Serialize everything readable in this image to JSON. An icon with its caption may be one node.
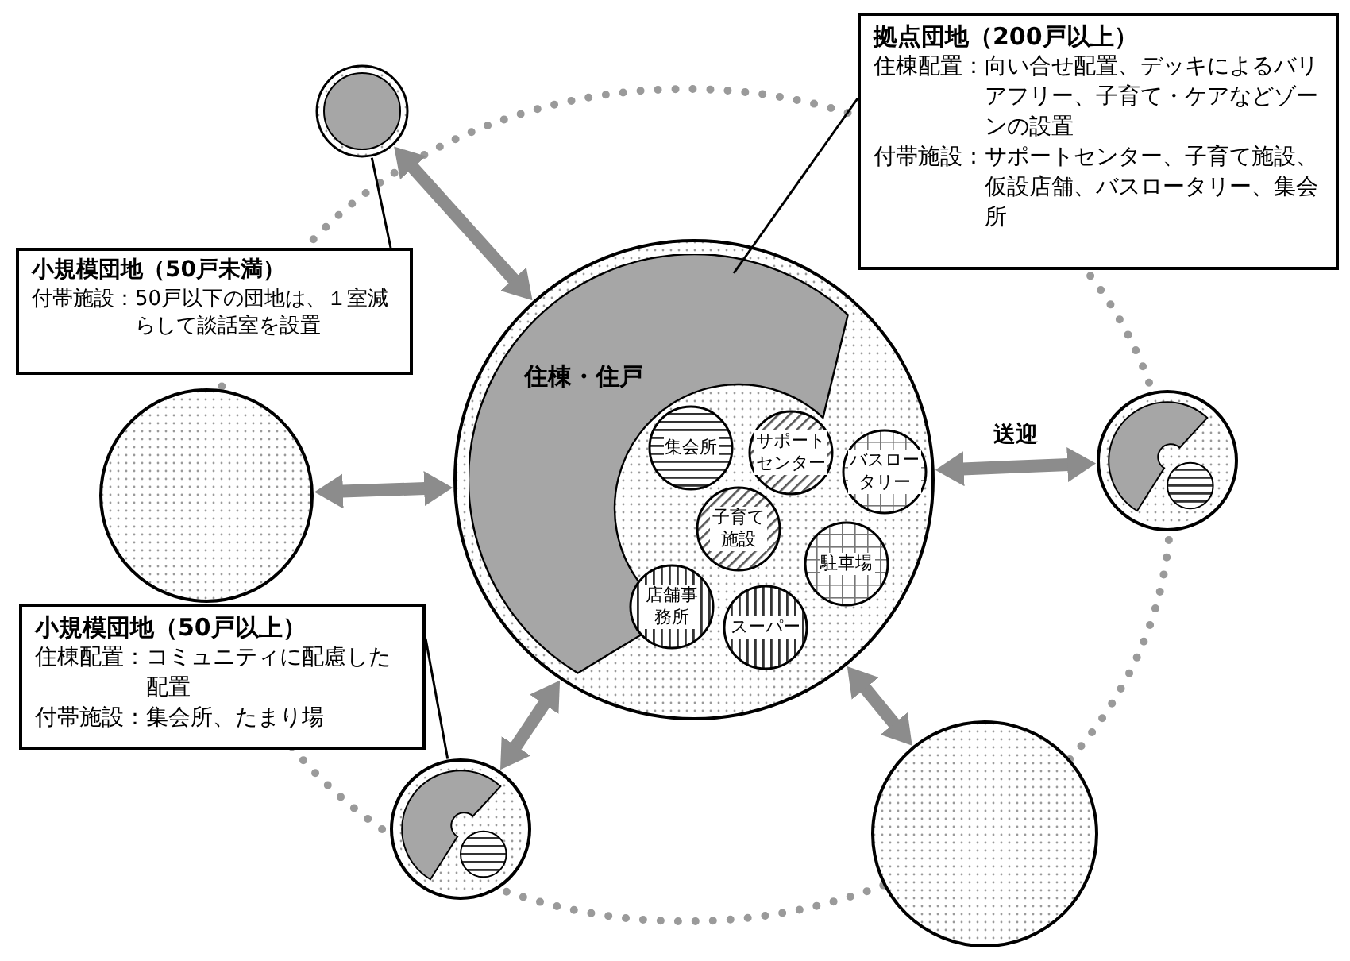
{
  "diagram": {
    "nodes": [
      {
        "text": [
          "拠点団地（200戸以上）",
          "住棟配置：向い合せ配置、デッキによるバリアフリー、子育て・ケアなどゾーンの設置",
          "付帯施設：サポートセンター、子育て施設、仮設店舗、バスロータリー、集会所"
        ]
      },
      {
        "text": [],
        "shape": "circle"
      },
      {
        "text": [
          "小規模団地（50戸未満）",
          "付帯施設：50戸以下の団地は、１室減らして談話室を設置"
        ]
      },
      {
        "text": [],
        "shape": "circle"
      },
      {
        "text": [
          "住棟・住戸"
        ],
        "in": 3
      },
      {
        "text": [
          "集会所"
        ],
        "in": 3
      },
      {
        "text": [
          "サポートセンター"
        ],
        "in": 3
      },
      {
        "text": [
          "バスロータリー"
        ],
        "in": 3
      },
      {
        "text": [
          "子育て施設"
        ],
        "in": 3
      },
      {
        "text": [
          "駐車場"
        ],
        "in": 3
      },
      {
        "text": [
          "店舗事務所"
        ],
        "in": 3
      },
      {
        "text": [
          "スーパー"
        ],
        "in": 3
      },
      {
        "text": [],
        "shape": "circle"
      },
      {
        "text": [],
        "shape": "circle"
      },
      {
        "text": [
          "小規模団地（50戸以上）",
          "住棟配置：コミュニティに配慮した配置",
          "付帯施設：集会所、たまり場"
        ]
      },
      {
        "text": [],
        "shape": "circle"
      },
      {
        "text": [],
        "shape": "circle"
      }
    ],
    "edges": [
      {
        "from": 0,
        "to": 4,
        "arrow": "none",
        "color": "#000000"
      },
      {
        "from": 2,
        "to": 1,
        "arrow": "none",
        "color": "#000000"
      },
      {
        "from": 14,
        "to": 15,
        "arrow": "none",
        "color": "#000000"
      },
      {
        "from": 3,
        "to": 1,
        "arrow": "both"
      },
      {
        "from": 3,
        "to": 12,
        "arrow": "both"
      },
      {
        "from": 3,
        "to": 13,
        "arrow": "both",
        "label": "送迎"
      },
      {
        "from": 3,
        "to": 15,
        "arrow": "both"
      },
      {
        "from": 3,
        "to": 16,
        "arrow": "both"
      }
    ]
  }
}
